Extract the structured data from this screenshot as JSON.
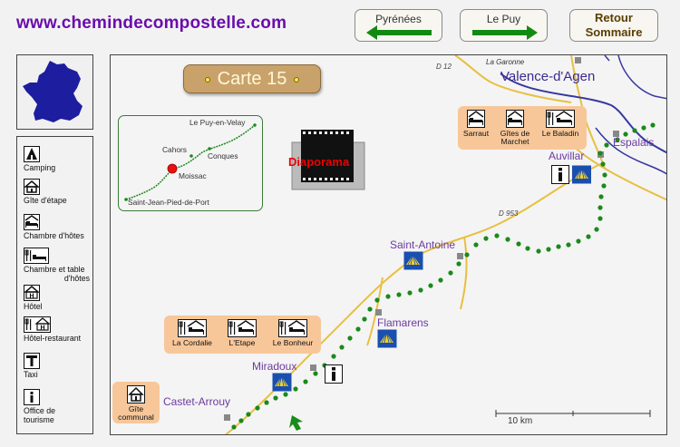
{
  "site": {
    "title": "www.chemindecompostelle.com"
  },
  "nav": {
    "prev_label": "Pyrénées",
    "next_label": "Le Puy",
    "home_line1": "Retour",
    "home_line2": "Sommaire"
  },
  "legend": {
    "items": [
      {
        "icon": "camping-icon",
        "line1": "Camping",
        "line2": ""
      },
      {
        "icon": "gite-icon",
        "line1": "Gîte d'étape",
        "line2": ""
      },
      {
        "icon": "chambre-hotes-icon",
        "line1": "Chambre d'hôtes",
        "line2": ""
      },
      {
        "icon": "chambre-table-icon",
        "line1": "Chambre et table",
        "line2": "d'hôtes"
      },
      {
        "icon": "hotel-icon",
        "line1": "Hôtel",
        "line2": ""
      },
      {
        "icon": "hotel-restaurant-icon",
        "line1": "Hôtel-restaurant",
        "line2": ""
      },
      {
        "icon": "taxi-icon",
        "line1": "Taxi",
        "line2": ""
      },
      {
        "icon": "tourist-office-icon",
        "line1": "Office de",
        "line2": "tourisme"
      }
    ]
  },
  "map": {
    "carte_label": "Carte 15",
    "slideshow_label": "Diaporama",
    "inset": {
      "labels": [
        "Le Puy-en-Velay",
        "Cahors",
        "Conques",
        "Moissac",
        "Saint-Jean-Pied-de-Port"
      ]
    },
    "towns": {
      "valence": "Valence-d'Agen",
      "espalais": "Espalais",
      "auvillar": "Auvillar",
      "saint_antoine": "Saint-Antoine",
      "flamarens": "Flamarens",
      "miradoux": "Miradoux",
      "castet": "Castet-Arrouy"
    },
    "roads": {
      "d12": "D 12",
      "d953": "D 953"
    },
    "river": "La  Garonne",
    "lodging_valence": [
      {
        "line1": "Sarraut",
        "line2": ""
      },
      {
        "line1": "Gîtes de",
        "line2": "Marchet"
      },
      {
        "line1": "Le Baladin",
        "line2": ""
      }
    ],
    "lodging_miradoux": [
      {
        "line1": "La Cordalie",
        "line2": ""
      },
      {
        "line1": "L'Etape",
        "line2": ""
      },
      {
        "line1": "Le Bonheur",
        "line2": ""
      }
    ],
    "lodging_castet": {
      "line1": "Gîte",
      "line2": "communal"
    },
    "scale": "10 km"
  },
  "colors": {
    "path": "#1a8a1a",
    "road": "#e8c040",
    "river": "#3838a0",
    "town": "#6b3aa0",
    "lodging_bg": "#f7c79a",
    "title": "#6a0dad"
  }
}
